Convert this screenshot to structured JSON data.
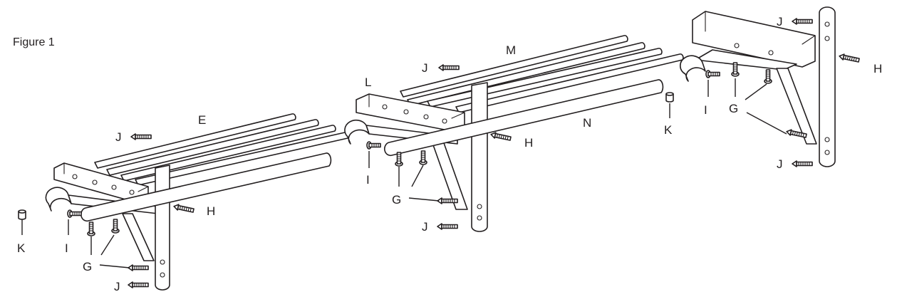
{
  "figure_title": "Figure 1",
  "labels": {
    "E": "E",
    "H": "H",
    "I": "I",
    "G": "G",
    "J": "J",
    "K": "K",
    "L": "L",
    "M": "M",
    "N": "N"
  }
}
